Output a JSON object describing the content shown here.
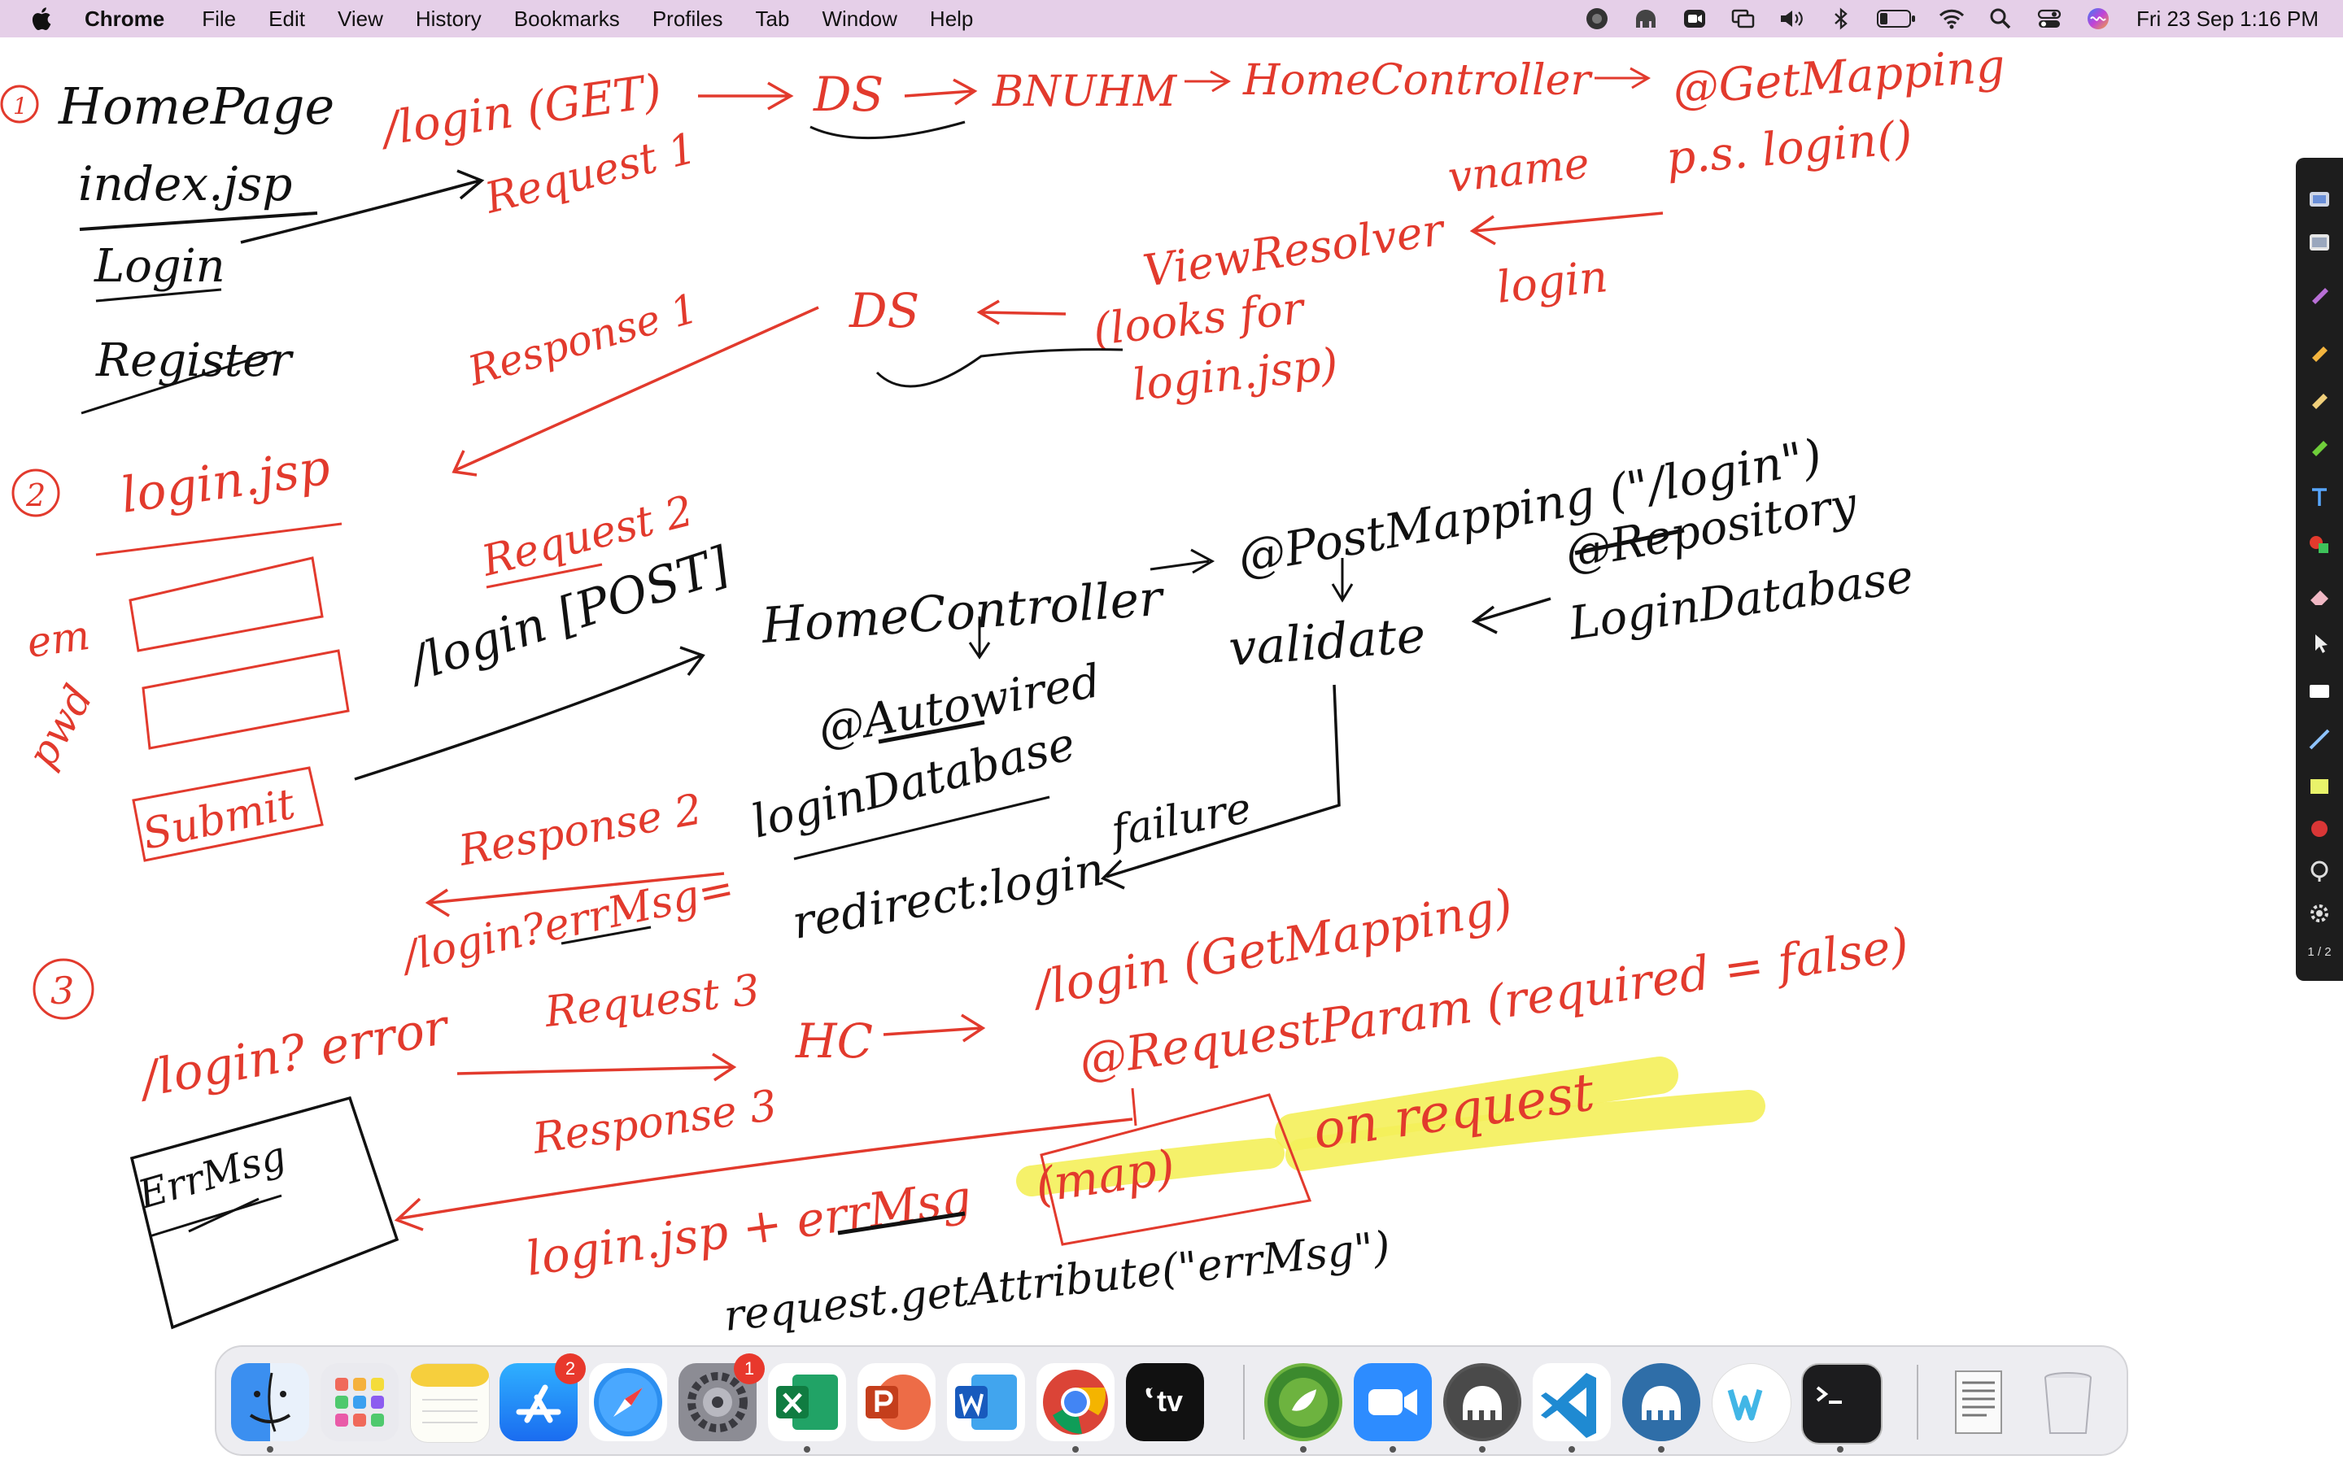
{
  "menubar": {
    "app_name": "Chrome",
    "items": [
      "File",
      "Edit",
      "View",
      "History",
      "Bookmarks",
      "Profiles",
      "Tab",
      "Window",
      "Help"
    ],
    "clock": "Fri 23 Sep  1:16 PM"
  },
  "board": {
    "section1": {
      "number": "1",
      "homepage": "HomePage",
      "index": "index.jsp",
      "login": "Login",
      "register": "Register",
      "get_request": "/login (GET)",
      "request1": "Request 1",
      "ds": "DS",
      "bnuhm": "BNUHM",
      "controller": "HomeController",
      "getmapping": "@GetMapping",
      "ps_login": "p.s. login()",
      "vname": "vname",
      "login_view": "login",
      "view_resolver": "ViewResolver",
      "looks_for": "(looks for",
      "login_jsp_paren": "login.jsp)",
      "ds2": "DS",
      "response1": "Response 1"
    },
    "section2": {
      "number": "2",
      "login_jsp": "login.jsp",
      "em": "em",
      "pwd": "pwd",
      "submit": "Submit",
      "request2": "Request 2",
      "post_request": "/login [POST]",
      "controller": "HomeController",
      "autowired": "@Autowired",
      "logindb": "loginDatabase",
      "postmapping": "@PostMapping (\"/login\")",
      "repository": "@Repository",
      "logindb2": "LoginDatabase",
      "validate": "validate",
      "failure": "failure",
      "redirect": "redirect:login",
      "response2": "Response 2",
      "error_url": "/login?errMsg="
    },
    "section3": {
      "number": "3",
      "login_error": "/login? error",
      "request3": "Request 3",
      "hc": "HC",
      "getmapping_login": "/login (GetMapping)",
      "requestparam": "@RequestParam (required = false)",
      "map": "(map)",
      "on_request": "on request",
      "response3": "Response 3",
      "jsp_errmsg": "login.jsp + errMsg",
      "get_attribute": "request.getAttribute(\"errMsg\")",
      "errmsg_box": "ErrMsg"
    }
  },
  "toolbar": {
    "page_indicator": "1 / 2",
    "tools": [
      "grab-icon",
      "eraser-tray-icon",
      "shape-icon",
      "highlighter-icon",
      "pencil-icon",
      "marker-icon",
      "text-icon",
      "shapes-icon",
      "eraser-icon",
      "pointer-icon",
      "whiteboard-icon",
      "line-icon",
      "sticky-note-icon",
      "record-icon",
      "spotlight-icon",
      "settings-icon"
    ]
  },
  "dock": {
    "apps": [
      {
        "name": "Finder",
        "icon": "finder-icon"
      },
      {
        "name": "Launchpad",
        "icon": "launchpad-icon"
      },
      {
        "name": "Notes",
        "icon": "notes-icon"
      },
      {
        "name": "App Store",
        "icon": "app-store-icon",
        "badge": "2"
      },
      {
        "name": "Safari",
        "icon": "safari-icon"
      },
      {
        "name": "System Preferences",
        "icon": "settings-icon",
        "badge": "1"
      },
      {
        "name": "Excel",
        "icon": "excel-icon"
      },
      {
        "name": "PowerPoint",
        "icon": "powerpoint-icon"
      },
      {
        "name": "Word",
        "icon": "word-icon"
      },
      {
        "name": "Chrome",
        "icon": "chrome-icon"
      },
      {
        "name": "Apple TV",
        "icon": "apple-tv-icon",
        "label": "tv"
      },
      {
        "name": "Spring Tool Suite",
        "icon": "spring-icon"
      },
      {
        "name": "Zoom",
        "icon": "zoom-icon"
      },
      {
        "name": "Sequel Ace",
        "icon": "elephant-icon"
      },
      {
        "name": "VS Code",
        "icon": "vscode-icon"
      },
      {
        "name": "TablePlus",
        "icon": "elephant-blue-icon"
      },
      {
        "name": "Wrike",
        "icon": "w-app-icon"
      },
      {
        "name": "Terminal",
        "icon": "terminal-icon"
      },
      {
        "name": "Document",
        "icon": "document-icon"
      },
      {
        "name": "Trash",
        "icon": "trash-icon"
      }
    ]
  },
  "colors": {
    "ink_red": "#e23a2d",
    "ink_black": "#111111",
    "highlight": "#f4ef5a",
    "menubar": "#e5cfe8"
  }
}
